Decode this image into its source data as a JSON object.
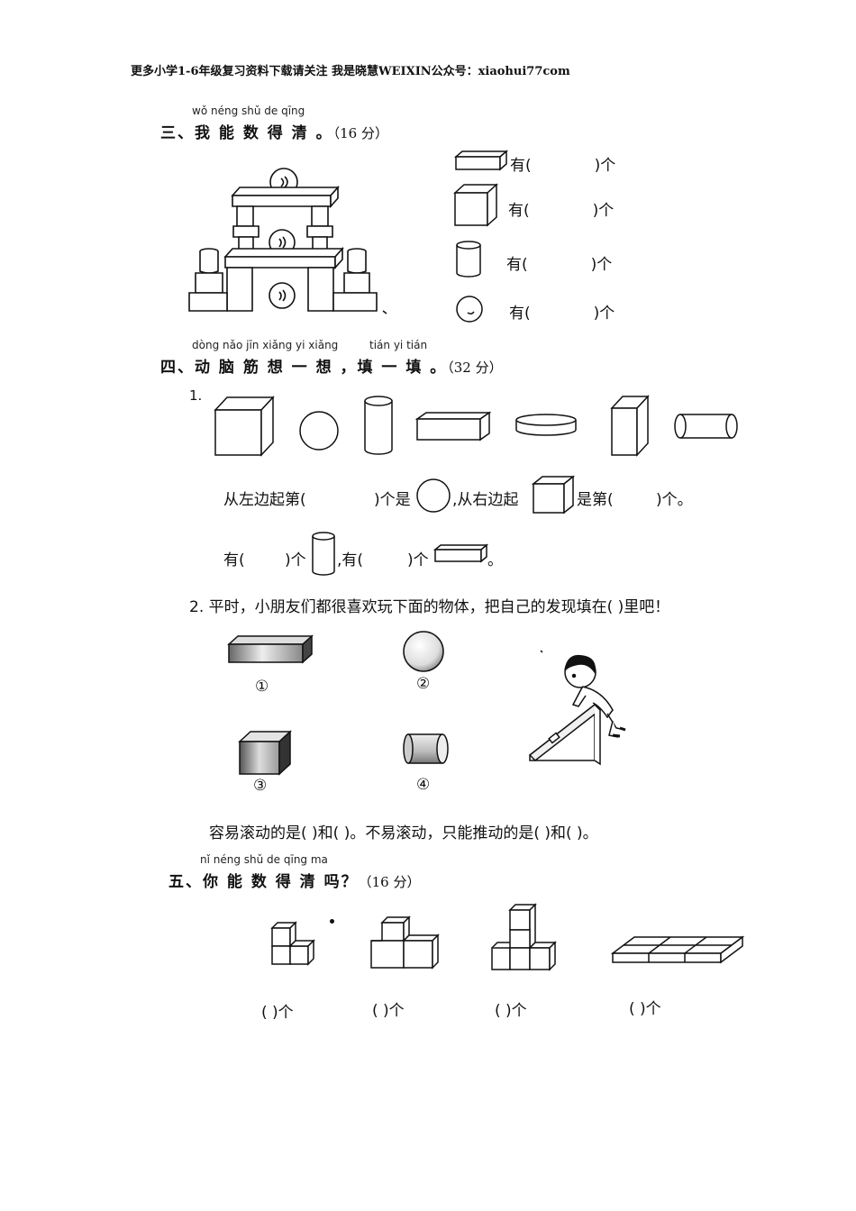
{
  "header": "更多小学1-6年级复习资料下载请关注 我是晓慧WEIXIN公众号：xiaohui77com",
  "section3": {
    "pinyin": "wǒ néng shǔ de qīng",
    "title": "三、我 能 数 得 清 。",
    "points": "（16 分）",
    "rows": [
      {
        "label": "有(",
        "suffix": ")个",
        "icon": "cuboid-icon"
      },
      {
        "label": "有(",
        "suffix": ")个",
        "icon": "cube-icon"
      },
      {
        "label": "有(",
        "suffix": ")个",
        "icon": "cylinder-icon"
      },
      {
        "label": "有(",
        "suffix": ")个",
        "icon": "sphere-icon"
      }
    ]
  },
  "section4": {
    "pinyin1": "dòng nǎo jīn xiǎng yi xiǎng",
    "pinyin2": "tián yi tián",
    "title": "四、动 脑 筋 想 一 想 ，填 一 填 。",
    "points": "（32 分）",
    "q1": {
      "number": "1.",
      "line1_a": "从左边起第(",
      "line1_b": ")个是",
      "line1_c": ",从右边起",
      "line1_d": "是第(",
      "line1_e": ")个。",
      "line2_a": "有(",
      "line2_b": ")个",
      "line2_c": ",有(",
      "line2_d": ")个",
      "line2_e": "。"
    },
    "q2": {
      "prompt": "2. 平时，小朋友们都很喜欢玩下面的物体，把自己的发现填在(      )里吧！",
      "labels": [
        "①",
        "②",
        "③",
        "④"
      ],
      "answer": "容易滚动的是(      )和(      )。不易滚动，只能推动的是(      )和(      )。"
    }
  },
  "section5": {
    "pinyin": "nǐ néng shǔ de qīng ma",
    "title": "五、你 能 数 得 清 吗？",
    "points": "（16 分）",
    "blanks": [
      "(        )个",
      "(        )个",
      "(        )个",
      "(        )个"
    ]
  }
}
